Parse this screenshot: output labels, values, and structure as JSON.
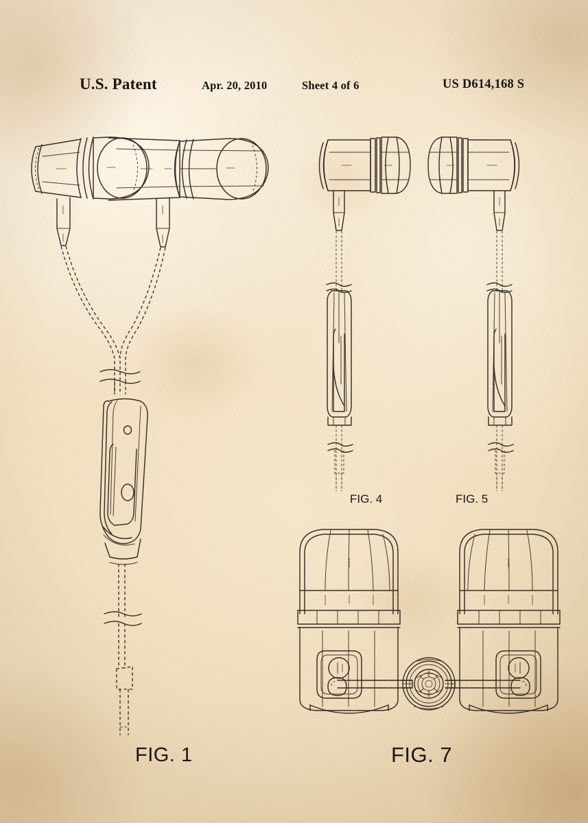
{
  "document": {
    "kind": "patent-drawing-sheet",
    "paper_color": "#f2e2c6",
    "ink_color": "#2a2119"
  },
  "header": {
    "patent_label": "U.S. Patent",
    "date": "Apr. 20, 2010",
    "sheet": "Sheet 4 of 6",
    "patent_number": "US D614,168 S"
  },
  "figures": [
    {
      "id": "fig1",
      "label": "FIG. 1",
      "description": "Perspective view of a pair of in-ear earphones with Y-split cable, inline remote module and plug"
    },
    {
      "id": "fig4",
      "label": "FIG. 4",
      "description": "Side elevation view of a single earphone with cable, inline remote and plug"
    },
    {
      "id": "fig5",
      "label": "FIG. 5",
      "description": "Opposite side elevation view of a single earphone with cable, inline remote and plug"
    },
    {
      "id": "fig7",
      "label": "FIG. 7",
      "description": "End views of the two earphone housings with connector element between them"
    }
  ]
}
